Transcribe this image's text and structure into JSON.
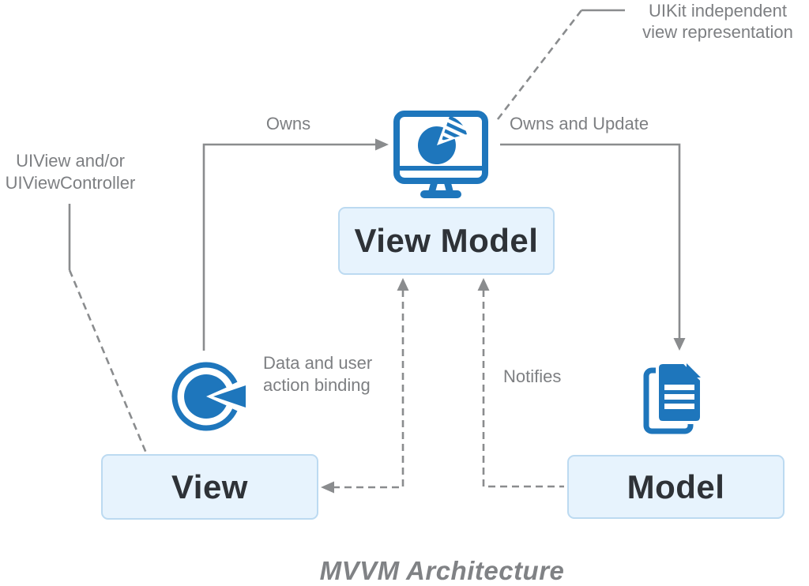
{
  "diagram": {
    "title": "MVVM Architecture",
    "nodes": {
      "view_model": {
        "label": "View Model"
      },
      "view": {
        "label": "View"
      },
      "model": {
        "label": "Model"
      }
    },
    "annotations": {
      "owns": "Owns",
      "owns_and_update": "Owns and Update",
      "notifies": "Notifies",
      "binding_line1": "Data and user",
      "binding_line2": "action binding",
      "uiview_line1": "UIView and/or",
      "uiview_line2": "UIViewController",
      "uikit_line1": "UIKit independent",
      "uikit_line2": "view representation"
    },
    "icons": {
      "view_model_icon": "monitor-pie-chart-icon",
      "view_icon": "pie-chart-icon",
      "model_icon": "documents-icon"
    },
    "colors": {
      "accent_blue": "#1e76bc",
      "box_fill": "#e7f3fd",
      "box_border": "#bcdaf1",
      "line_gray": "#8a8c8e",
      "label_gray": "#7d7f82",
      "node_text": "#2e3237",
      "title_gray": "#808285"
    }
  }
}
